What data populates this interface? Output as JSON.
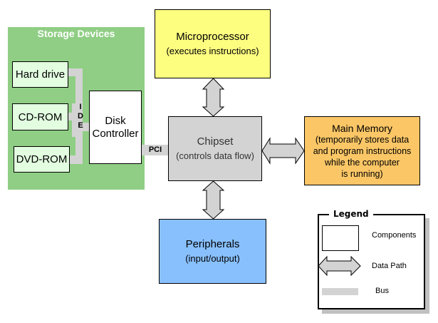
{
  "storage": {
    "title": "Storage Devices",
    "devices": [
      {
        "label": "Hard drive"
      },
      {
        "label": "CD-ROM"
      },
      {
        "label": "DVD-ROM"
      }
    ],
    "ide_bus_label": "IDE",
    "ide_letters": [
      "I",
      "D",
      "E"
    ],
    "disk_controller": {
      "line1": "Disk",
      "line2": "Controller"
    }
  },
  "pci_bus_label": "PCI",
  "microprocessor": {
    "title": "Microprocessor",
    "subtitle": "(executes instructions)"
  },
  "chipset": {
    "title": "Chipset",
    "subtitle": "(controls data flow)"
  },
  "main_memory": {
    "title": "Main Memory",
    "subtitle_lines": [
      "(temporarily stores data",
      "and program instructions",
      "while the computer",
      "is running)"
    ]
  },
  "peripherals": {
    "title": "Peripherals",
    "subtitle": "(input/output)"
  },
  "legend": {
    "title": "Legend",
    "items": [
      {
        "symbol": "box",
        "label": "Components"
      },
      {
        "symbol": "double-arrow",
        "label": "Data Path"
      },
      {
        "symbol": "bar",
        "label": "Bus"
      }
    ]
  },
  "colors": {
    "storage_panel": "#8fce84",
    "drive_fill": "#e2fde0",
    "microprocessor": "#fdfd80",
    "chipset": "#d3d3d3",
    "main_memory": "#fbc666",
    "peripherals": "#88c0fe",
    "bus": "#d3d3d3"
  }
}
